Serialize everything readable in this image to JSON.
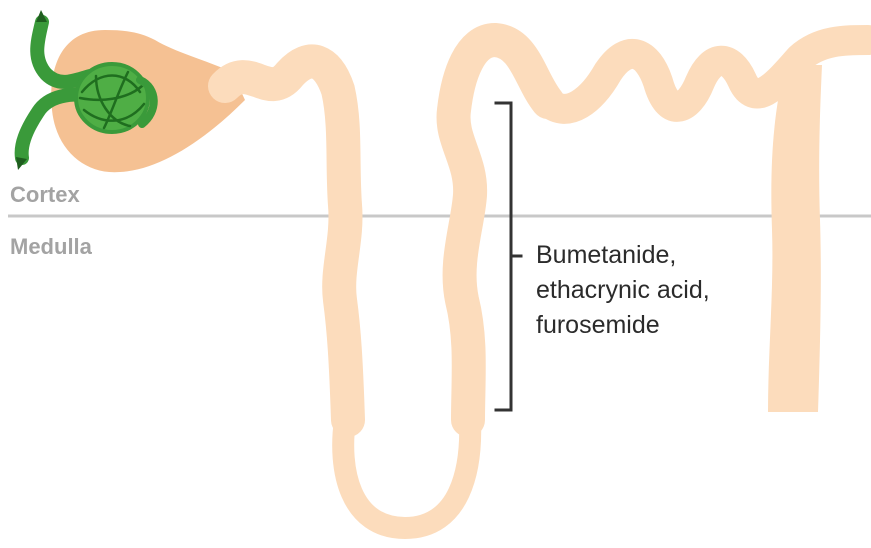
{
  "diagram": {
    "regions": {
      "cortex": "Cortex",
      "medulla": "Medulla"
    },
    "drug_annotation": {
      "lines": [
        "Bumetanide,",
        "ethacrynic acid,",
        "furosemide"
      ]
    },
    "colors": {
      "tubule": "#fcdcbc",
      "bowman_capsule": "#f5c193",
      "glomerulus": "#3a9a3a",
      "vessel_outline": "#2e7d32",
      "divider": "#c8c8c8",
      "region_text": "#a3a3a3",
      "bracket": "#333333",
      "annotation_text": "#2b2b2b"
    }
  }
}
